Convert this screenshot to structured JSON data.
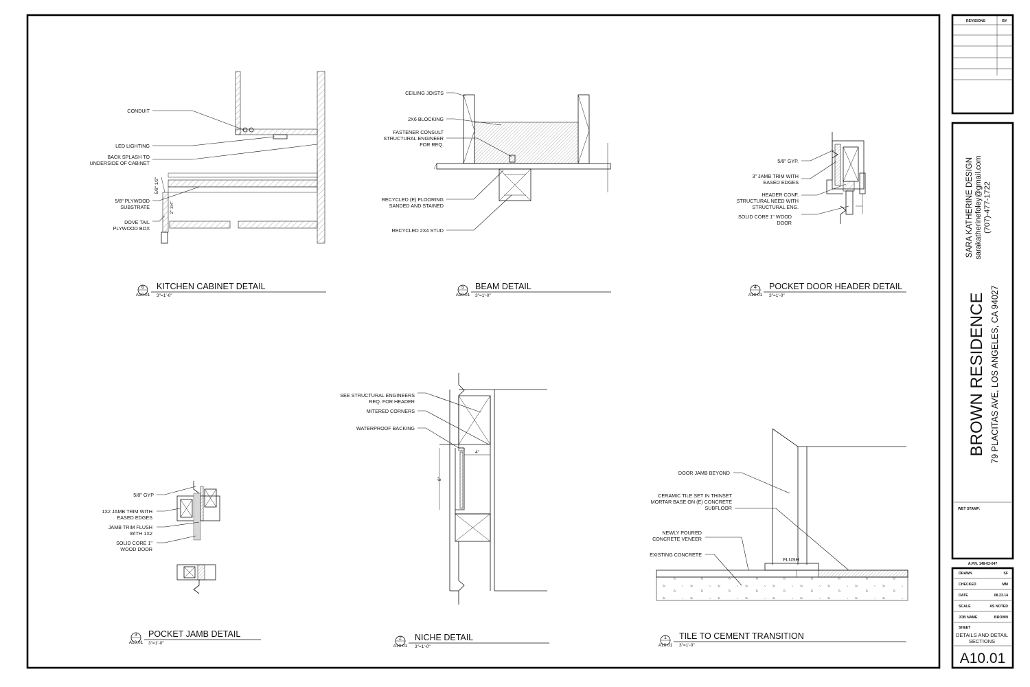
{
  "title_block": {
    "revisions_header": "REVISIONS",
    "by_header": "BY",
    "designer_name": "SARA KATHERINE DESIGN",
    "designer_email": "sarakatherinefoley@gmail.com",
    "designer_phone": "(707)-477-1722",
    "project_name": "BROWN RESIDENCE",
    "project_address": "79 PLACITAS AVE, LOS ANGELES, CA 94027",
    "wet_stamp_label": "WET STAMP:",
    "apn": "A.P.N.  148-02-047",
    "fields": [
      {
        "label": "DRAWN",
        "value": "SF"
      },
      {
        "label": "CHECKED",
        "value": "MM"
      },
      {
        "label": "DATE",
        "value": "08.23.14"
      },
      {
        "label": "SCALE",
        "value": "AS NOTED"
      },
      {
        "label": "JOB NAME",
        "value": "BROWN"
      }
    ],
    "sheet_label": "SHEET",
    "sheet_title_line1": "DETAILS AND DETAIL",
    "sheet_title_line2": "SECTIONS",
    "sheet_number": "A10.01"
  },
  "details": {
    "d6": {
      "num": "6",
      "ref": "A10.01",
      "title": "KITCHEN CABINET DETAIL",
      "scale": "3\"=1'-0\""
    },
    "d5": {
      "num": "5",
      "ref": "A10.01",
      "title": "BEAM DETAIL",
      "scale": "3\"=1'-0\""
    },
    "d4": {
      "num": "4",
      "ref": "A10.01",
      "title": "POCKET DOOR HEADER DETAIL",
      "scale": "3\"=1'-0\""
    },
    "d3": {
      "num": "3",
      "ref": "A10.01",
      "title": "POCKET JAMB DETAIL",
      "scale": "3\"=1'-0\""
    },
    "d2": {
      "num": "2",
      "ref": "A10.01",
      "title": "NICHE DETAIL",
      "scale": "3\"=1'-0\""
    },
    "d1": {
      "num": "1",
      "ref": "A10.01",
      "title": "TILE TO CEMENT TRANSITION",
      "scale": "3\"=1'-0\""
    }
  },
  "notes": {
    "cabinet": {
      "conduit": "CONDUIT",
      "led": "LED LIGHTING",
      "backsplash_1": "BACK SPLASH TO",
      "backsplash_2": "UNDERSIDE OF CABINET",
      "plywood_1": "5/8\" PLYWOOD",
      "plywood_2": "SUBSTRATE",
      "dovetail_1": "DOVE TAIL",
      "dovetail_2": "PLYWOOD BOX",
      "dim_1": "5/8\" 1/2\"",
      "dim_2": "2\" 3/4\""
    },
    "beam": {
      "ceiling_joists": "CEILING JOISTS",
      "blocking": "2X6 BLOCKING",
      "fastener_1": "FASTENER CONSULT",
      "fastener_2": "STRUCTURAL  ENGINEER",
      "fastener_3": "FOR REQ.",
      "flooring_1": "RECYCLED (E) FLOORING",
      "flooring_2": "SANDED AND STAINED",
      "stud": "RECYCLED 2X4 STUD"
    },
    "pocket_header": {
      "gyp": "5/8\" GYP.",
      "trim_1": "3\" JAMB TRIM WITH",
      "trim_2": "EASED EDGES",
      "header_1": "HEADER CONF.",
      "header_2": "STRUCTURAL NEED WITH",
      "header_3": "STRUCTURAL ENG.",
      "door_1": "SOLID CORE 1\" WOOD",
      "door_2": "DOOR"
    },
    "pocket_jamb": {
      "gyp": "5/8\" GYP",
      "trim_1": "1X2 JAMB TRIM WITH",
      "trim_2": "EASED EDGES",
      "flush_1": "JAMB TRIM FLUSH",
      "flush_2": "WITH 1X2",
      "door_1": "SOLID CORE 1\"",
      "door_2": "WOOD DOOR"
    },
    "niche": {
      "see_1": "SEE STRUCTURAL ENGINEERS",
      "see_2": "REQ. FOR HEADER",
      "mitered": "MITERED CORNERS",
      "waterproof": "WATERPROOF BACKING",
      "dim_w": "4\"",
      "dim_h": "8\""
    },
    "tile": {
      "jamb": "DOOR JAMB BEYOND",
      "ceramic_1": "CERAMIC TILE  SET IN  THINSET",
      "ceramic_2": "MORTAR BASE ON (E) CONCRETE",
      "ceramic_3": "SUBFLOOR",
      "veneer_1": "NEWLY POURED",
      "veneer_2": "CONCRETE VENEER",
      "existing": "EXISTING CONCRETE",
      "flush": "FLUSH"
    }
  }
}
